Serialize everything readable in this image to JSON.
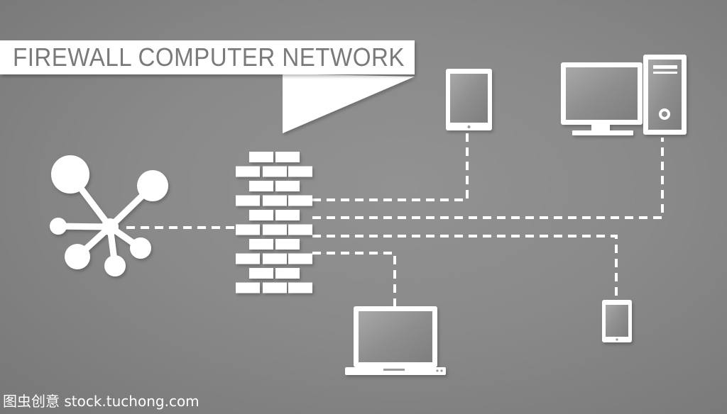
{
  "title": "FIREWALL COMPUTER NETWORK",
  "watermark": "图虫创意 stock.tuchong.com",
  "colors": {
    "background": "#8a8a8a",
    "foreground": "#ffffff",
    "screen": "#9a9a9a",
    "banner_text": "#7a7a7a"
  },
  "nodes": [
    {
      "id": "network-hub",
      "icon": "network-hub-icon"
    },
    {
      "id": "firewall",
      "icon": "brick-wall-icon"
    },
    {
      "id": "tablet",
      "icon": "tablet-icon"
    },
    {
      "id": "desktop-computer",
      "icon": "desktop-computer-icon"
    },
    {
      "id": "laptop",
      "icon": "laptop-icon"
    },
    {
      "id": "smartphone",
      "icon": "smartphone-icon"
    }
  ],
  "connections": [
    {
      "from": "network-hub",
      "to": "firewall"
    },
    {
      "from": "firewall",
      "to": "tablet"
    },
    {
      "from": "firewall",
      "to": "desktop-computer"
    },
    {
      "from": "firewall",
      "to": "smartphone"
    },
    {
      "from": "firewall",
      "to": "laptop"
    }
  ]
}
